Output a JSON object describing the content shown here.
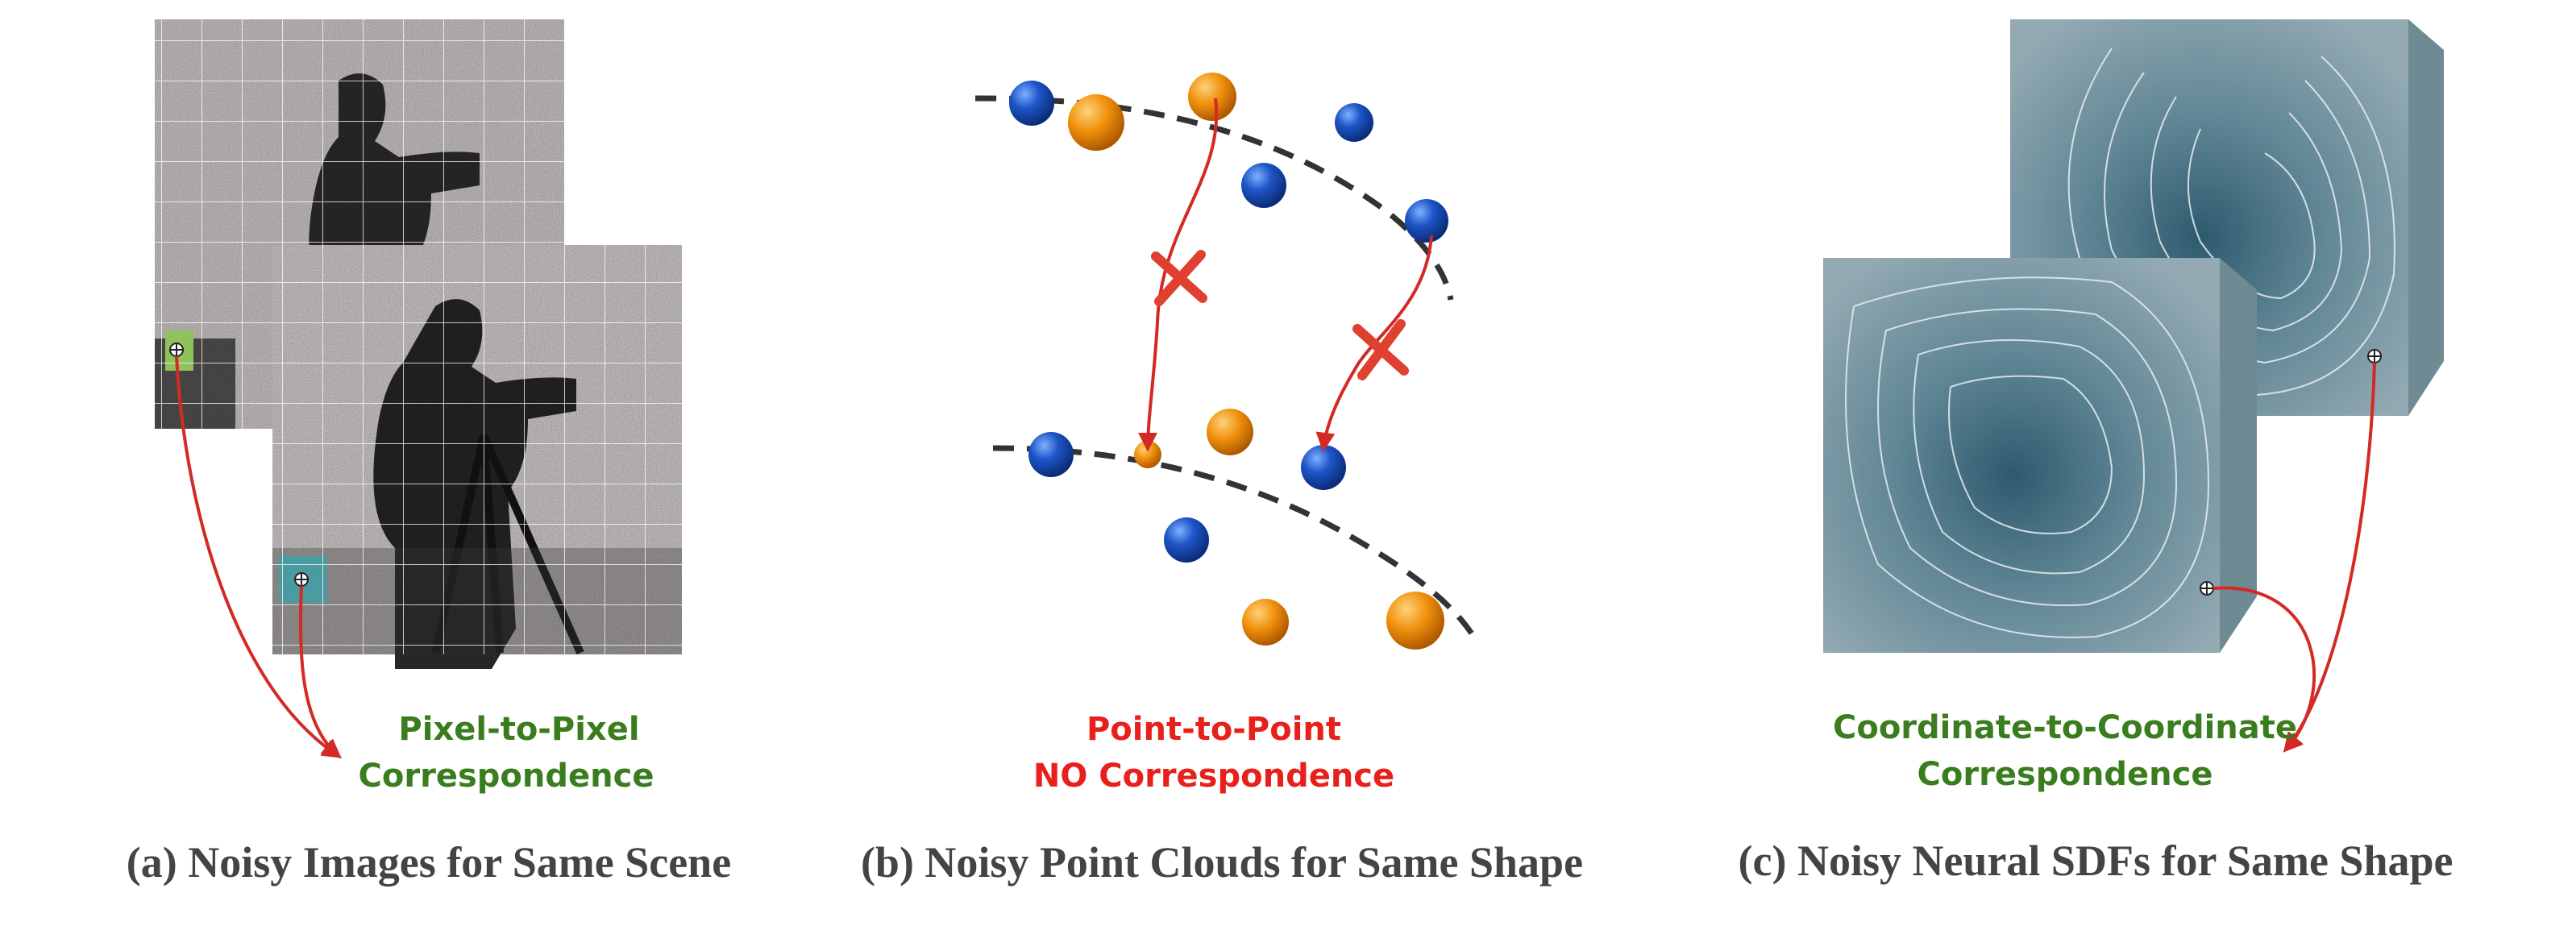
{
  "colors": {
    "correspondence_green": "#3a7d1e",
    "no_correspondence_red": "#e8201c",
    "arrow_red": "#d42a26",
    "caption_gray": "#444444",
    "point_blue": "#1e55c8",
    "point_orange": "#f0920e",
    "sdf_cube": "#7f9aa6"
  },
  "panels": {
    "a": {
      "label_line1": "Pixel-to-Pixel",
      "label_line2": "Correspondence",
      "caption": "(a) Noisy Images for Same Scene"
    },
    "b": {
      "label_line1": "Point-to-Point",
      "label_line2": "NO Correspondence",
      "caption": "(b) Noisy Point Clouds for Same Shape"
    },
    "c": {
      "label_line1": "Coordinate-to-Coordinate",
      "label_line2": "Correspondence",
      "caption": "(c) Noisy Neural SDFs for Same Shape"
    }
  }
}
